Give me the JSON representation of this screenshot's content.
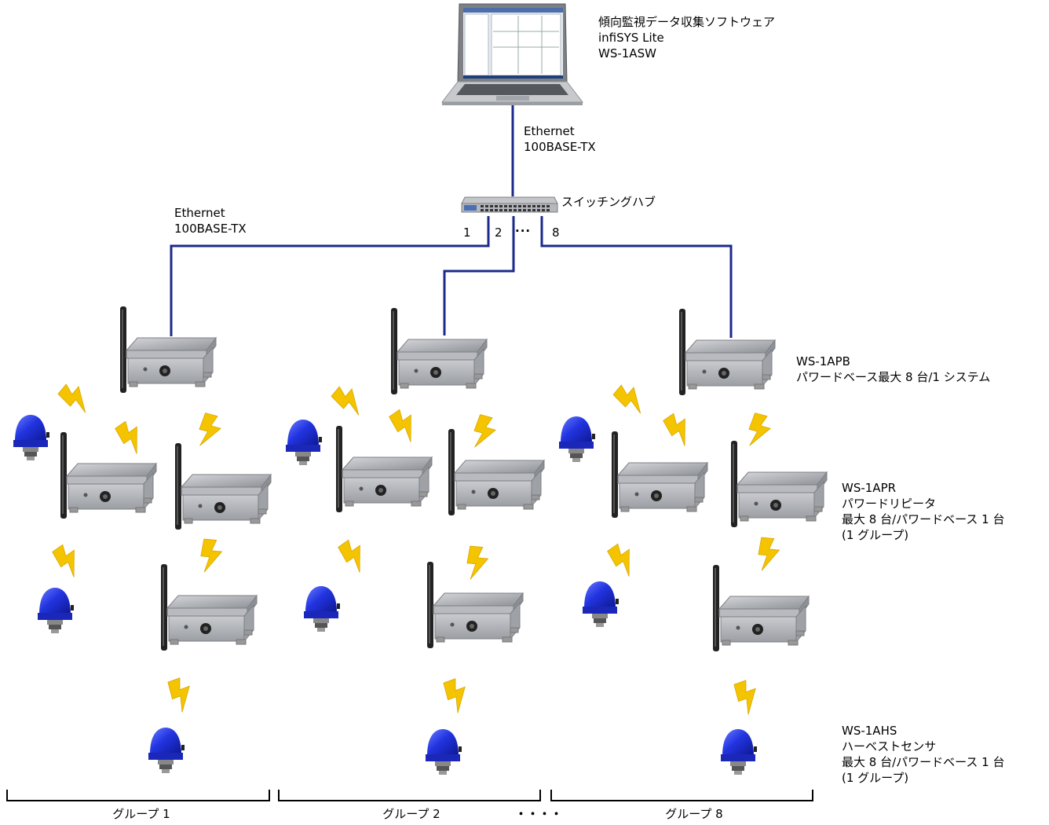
{
  "software": {
    "line1": "傾向監視データ収集ソフトウェア",
    "line2": "infiSYS Lite",
    "line3": "WS-1ASW"
  },
  "uplink": {
    "line1": "Ethernet",
    "line2": "100BASE-TX"
  },
  "downlink": {
    "line1": "Ethernet",
    "line2": "100BASE-TX"
  },
  "hub": {
    "label": "スイッチングハブ",
    "ports": [
      "1",
      "2",
      "8"
    ],
    "ellipsis": "···"
  },
  "legend": {
    "base": {
      "model": "WS-1APB",
      "desc": "パワードベース最大 8 台/1 システム"
    },
    "repeater": {
      "model": "WS-1APR",
      "desc1": "パワードリピータ",
      "desc2": "最大 8 台/パワードベース 1 台",
      "desc3": "(1 グループ)"
    },
    "sensor": {
      "model": "WS-1AHS",
      "desc1": "ハーベストセンサ",
      "desc2": "最大 8 台/パワードベース 1 台",
      "desc3": "(1 グループ)"
    }
  },
  "groups": {
    "g1": "グループ 1",
    "g2": "グループ 2",
    "g8": "グループ 8",
    "ellipsis": "・・・・"
  },
  "colors": {
    "cable": "#1b2a8c",
    "bolt": "#f5c400",
    "sensor": "#1f2fd6",
    "device_body": "#a9abb0",
    "antenna": "#222222"
  },
  "icons": [
    "laptop-icon",
    "switching-hub-icon",
    "powered-base-icon",
    "powered-repeater-icon",
    "harvest-sensor-icon",
    "lightning-bolt-icon"
  ]
}
